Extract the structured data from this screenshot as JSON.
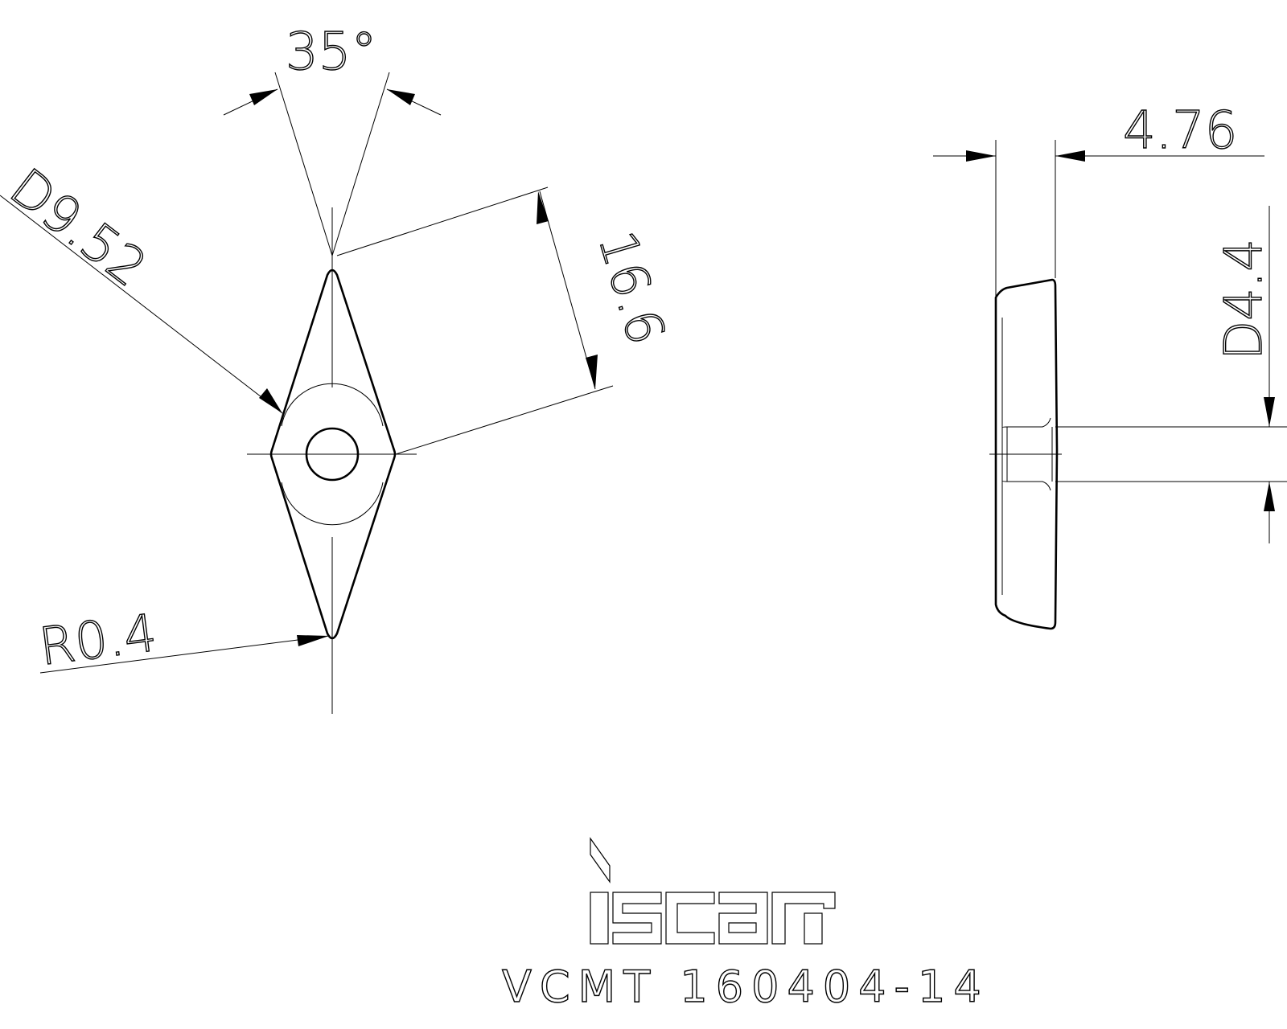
{
  "dimensions": {
    "angle": "35°",
    "inscribed_circle": "D9.52",
    "edge_length": "16.6",
    "corner_radius": "R0.4",
    "thickness": "4.76",
    "hole_diameter": "D4.4"
  },
  "brand": {
    "logo_text": "iscar"
  },
  "part_number": "VCMT 160404-14"
}
